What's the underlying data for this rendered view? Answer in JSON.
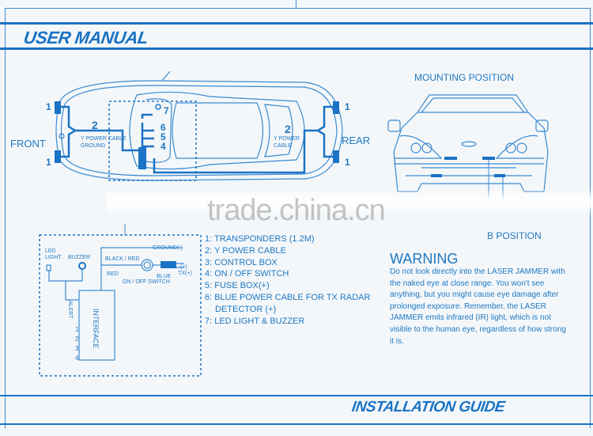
{
  "header": {
    "title": "USER MANUAL"
  },
  "footer": {
    "title": "INSTALLATION GUIDE"
  },
  "top_view": {
    "front_label": "FRONT",
    "rear_label": "REAR",
    "num_1": "1",
    "num_2": "2",
    "num_4": "4",
    "num_5": "5",
    "num_6": "6",
    "num_7": "7",
    "front_cable_label": "Y POWER CABLE",
    "front_ground_label": "GROUND",
    "rear_cable_label_1": "Y POWER",
    "rear_cable_label_2": "CABLE"
  },
  "front_view": {
    "mounting_label": "MOUNTING POSITION",
    "b_position_label": "B POSITION"
  },
  "wiring": {
    "led_label_1": "LED",
    "led_label_2": "LIGHT",
    "buzzer_label": "BUZZER",
    "ground_label": "GROUND(-)",
    "black_red_label": "BLACK / RED",
    "red_label": "RED",
    "switch_label": "ON / OFF SWITCH",
    "blue_label": "BLUE",
    "plus_label": "(+)",
    "tx_label": "TX(+)",
    "interface_label": "INTERFACE",
    "alert_label": "ALERT",
    "pins": [
      "1",
      "2",
      "3",
      "4"
    ]
  },
  "legend": [
    "1: TRANSPONDERS (1.2M)",
    "2: Y POWER CABLE",
    "3: CONTROL BOX",
    "4: ON / OFF SWITCH",
    "5: FUSE BOX(+)",
    "6: BLUE POWER CABLE FOR TX RADAR",
    "DETECTOR (+)",
    "7: LED LIGHT & BUZZER"
  ],
  "warning": {
    "title": "WARNING",
    "body": "Do not look directly into the LASER JAMMER with the naked eye at close range. You won't see anything, but you might cause eye damage after prolonged exposure. Remember, the LASER JAMMER emits infrared (IR) light, which is not visible to the human eye, regardless of how strong it is."
  },
  "watermark": "trade.china.cn",
  "colors": {
    "accent": "#1a73c4",
    "line": "#3a8ad0",
    "background": "#f4f7fa"
  }
}
